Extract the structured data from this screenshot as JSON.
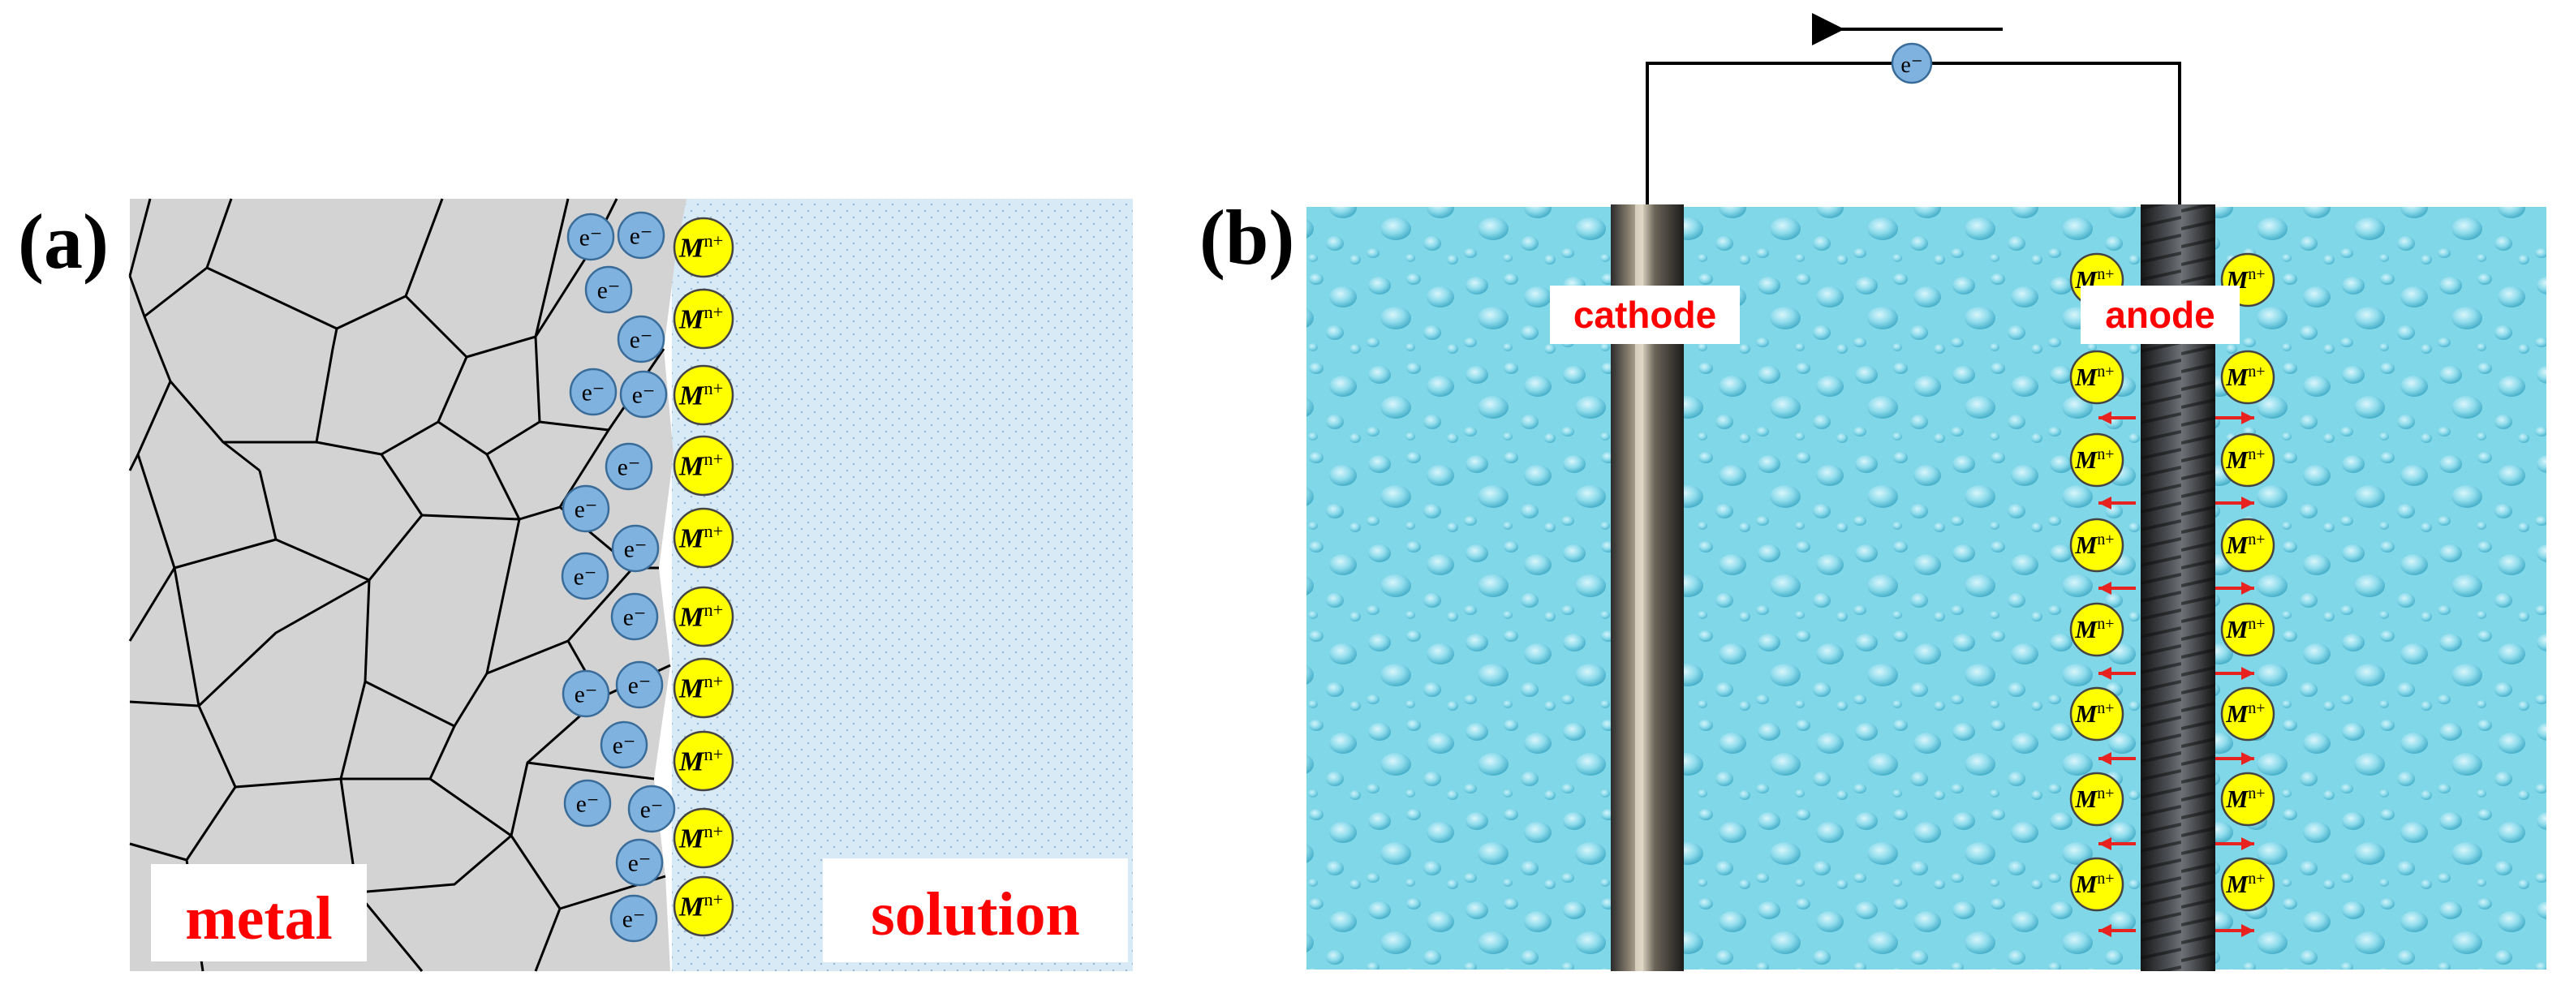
{
  "panel_a": {
    "label": "(a)",
    "metal_label": "metal",
    "solution_label": "solution",
    "electron_symbol": "e⁻",
    "ion_base": "M",
    "ion_charge": "n+"
  },
  "panel_b": {
    "label": "(b)",
    "cathode_label": "cathode",
    "anode_label": "anode",
    "electron_symbol": "e⁻",
    "ion_base": "M",
    "ion_charge": "n+"
  },
  "colors": {
    "metal": "#d3d3d3",
    "solution": "#d9eaf7",
    "electron": "#7fb2df",
    "ion": "#ffff00",
    "label_red": "#ff0000",
    "water": "#7fd7e8",
    "arrow_red": "#e8231f"
  }
}
